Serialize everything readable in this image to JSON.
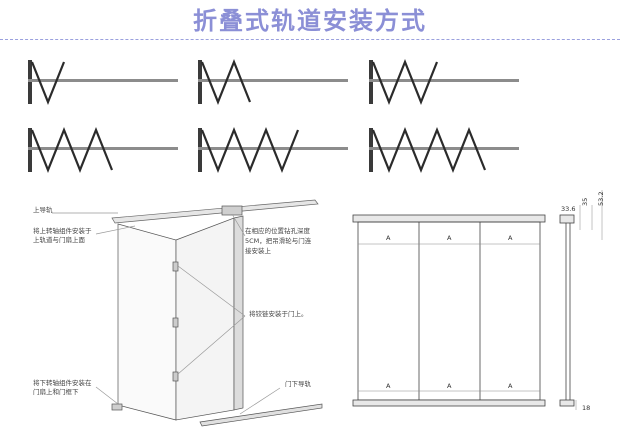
{
  "title": "折叠式轨道安装方式",
  "patterns": [
    {
      "folds": 2
    },
    {
      "folds": 3
    },
    {
      "folds": 4
    },
    {
      "folds": 5
    },
    {
      "folds": 6
    },
    {
      "folds": 7
    }
  ],
  "labels": {
    "top_rail": "上导轨",
    "top_pivot_1": "将上转轴组件安装于",
    "top_pivot_2": "上轨道与门扇上面",
    "bottom_pivot_1": "将下转轴组件安装在",
    "bottom_pivot_2": "门扇上和门框下",
    "pulley_1": "在相应的位置钻孔深度",
    "pulley_2": "5CM，把吊滑轮与门连",
    "pulley_3": "接安装上",
    "hinge": "将铰链安装于门上。",
    "bottom_guide": "门下导轨"
  },
  "elevation": {
    "top_cells": [
      "A",
      "A",
      "A"
    ],
    "bottom_cells": [
      "A",
      "A",
      "A"
    ]
  },
  "dimensions": {
    "d1": "33.6",
    "d2": "35",
    "d3": "53.2",
    "d4": "18"
  }
}
